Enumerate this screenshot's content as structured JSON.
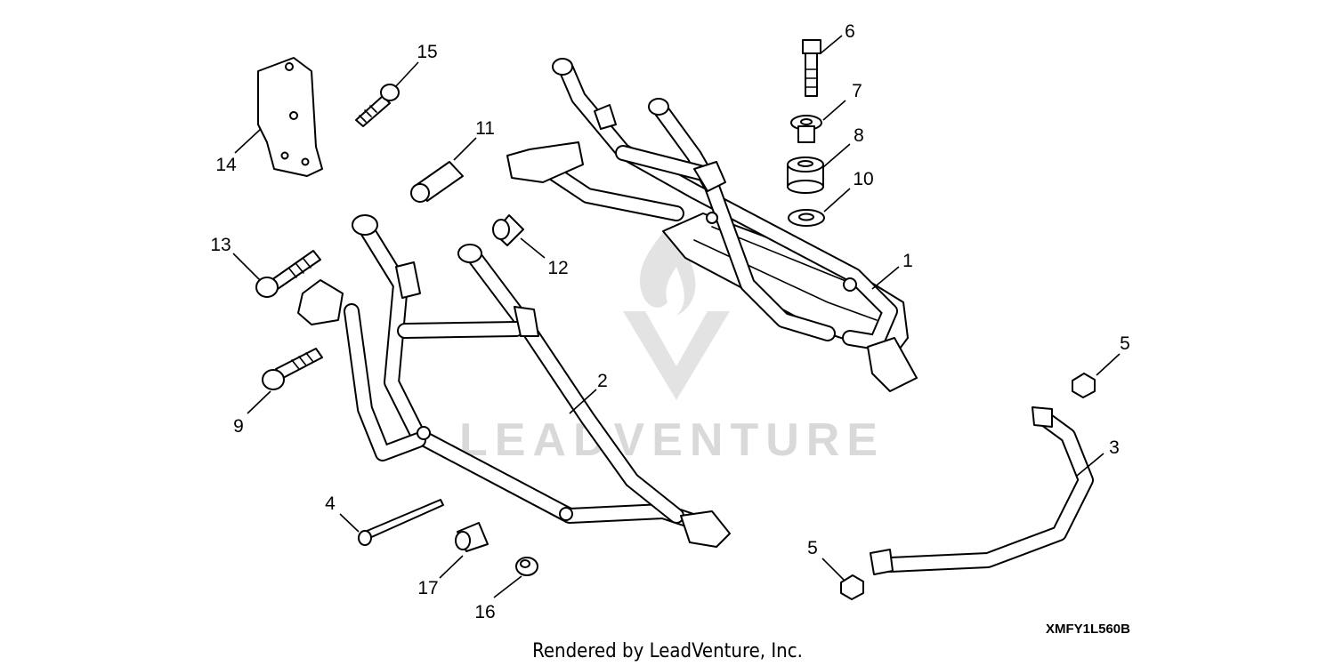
{
  "diagram": {
    "callouts": [
      "1",
      "2",
      "3",
      "4",
      "5",
      "5",
      "6",
      "7",
      "8",
      "9",
      "10",
      "11",
      "12",
      "13",
      "14",
      "15",
      "16",
      "17"
    ],
    "code": "XMFY1L560B",
    "credit": "Rendered by LeadVenture, Inc.",
    "watermark": "LEADVENTURE",
    "colors": {
      "line": "#000000",
      "background": "#ffffff",
      "watermark": "#d9d9d9"
    }
  }
}
